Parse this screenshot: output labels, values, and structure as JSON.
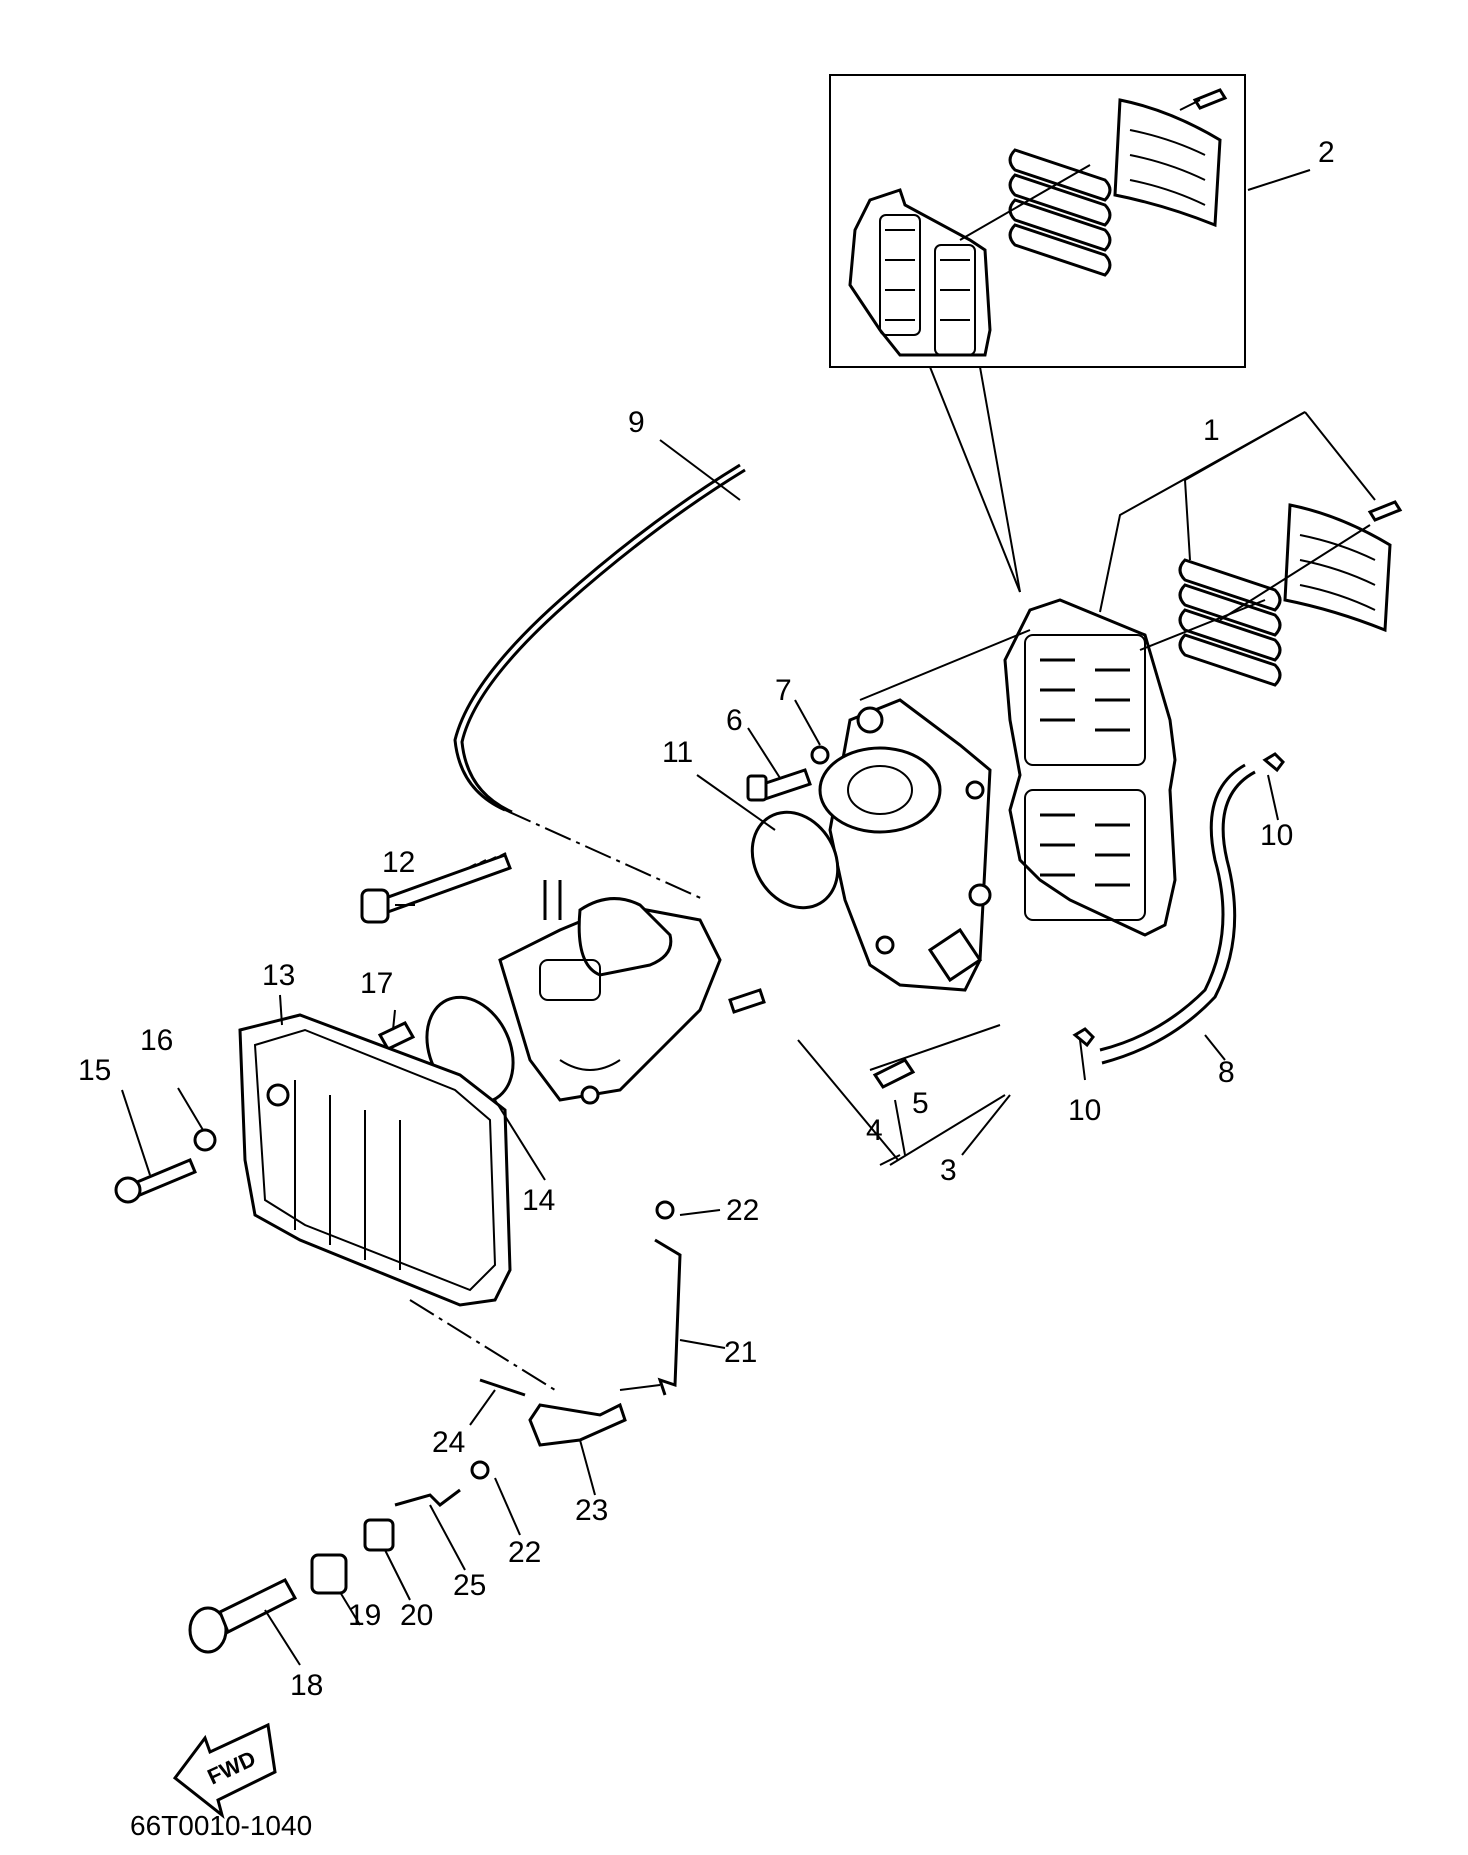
{
  "diagram": {
    "parts": [
      {
        "id": "p1",
        "label": "1"
      },
      {
        "id": "p2",
        "label": "2"
      },
      {
        "id": "p3",
        "label": "3"
      },
      {
        "id": "p4",
        "label": "4"
      },
      {
        "id": "p5",
        "label": "5"
      },
      {
        "id": "p6",
        "label": "6"
      },
      {
        "id": "p7",
        "label": "7"
      },
      {
        "id": "p8",
        "label": "8"
      },
      {
        "id": "p9",
        "label": "9"
      },
      {
        "id": "p10a",
        "label": "10"
      },
      {
        "id": "p10b",
        "label": "10"
      },
      {
        "id": "p11",
        "label": "11"
      },
      {
        "id": "p12",
        "label": "12"
      },
      {
        "id": "p13",
        "label": "13"
      },
      {
        "id": "p14",
        "label": "14"
      },
      {
        "id": "p15",
        "label": "15"
      },
      {
        "id": "p16",
        "label": "16"
      },
      {
        "id": "p17",
        "label": "17"
      },
      {
        "id": "p18",
        "label": "18"
      },
      {
        "id": "p19",
        "label": "19"
      },
      {
        "id": "p20",
        "label": "20"
      },
      {
        "id": "p21",
        "label": "21"
      },
      {
        "id": "p22a",
        "label": "22"
      },
      {
        "id": "p22b",
        "label": "22"
      },
      {
        "id": "p23",
        "label": "23"
      },
      {
        "id": "p24",
        "label": "24"
      },
      {
        "id": "p25",
        "label": "25"
      }
    ],
    "direction_label": "FWD",
    "drawing_code": "66T0010-1040"
  }
}
